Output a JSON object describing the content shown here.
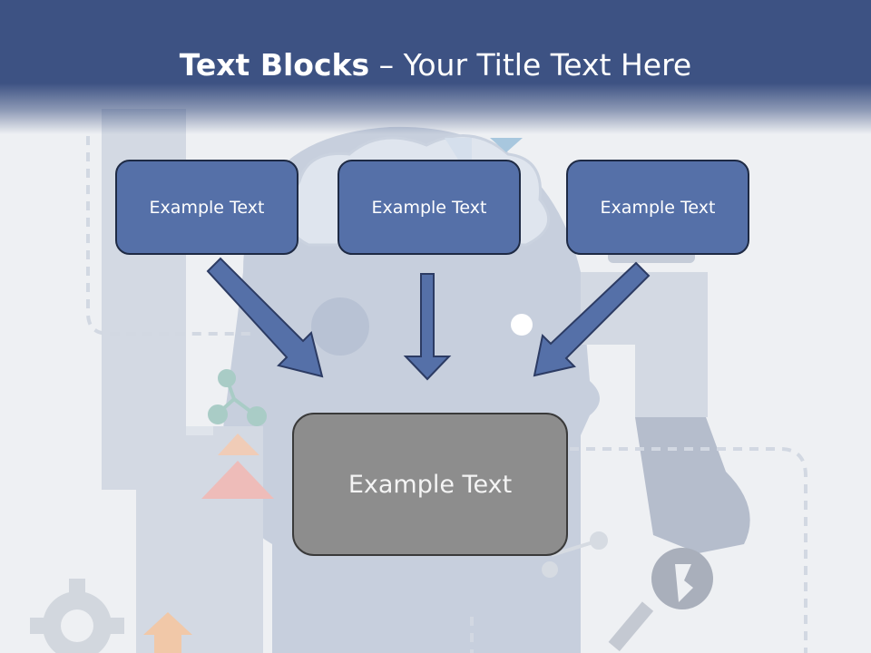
{
  "slide": {
    "title_bold": "Text Blocks",
    "title_rest": " – Your Title Text Here"
  },
  "boxes": {
    "left": "Example Text",
    "center": "Example Text",
    "right": "Example Text",
    "bottom": "Example Text"
  },
  "colors": {
    "header": "#3d5283",
    "box_fill": "#5570a8",
    "box_border": "#1e2a44",
    "result_fill": "#8d8d8d",
    "arrow_fill": "#5570a8",
    "arrow_stroke": "#2c3b63"
  }
}
